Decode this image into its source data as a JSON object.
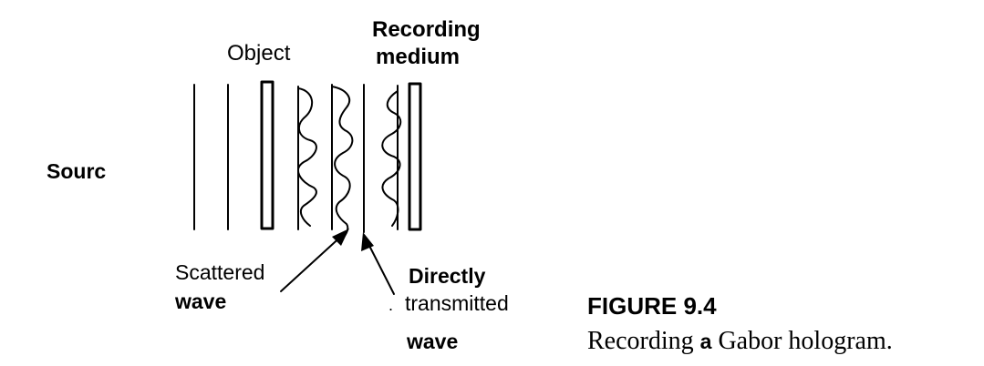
{
  "diagram": {
    "labels": {
      "object": "Object",
      "recording_line1": "Recording",
      "recording_line2": "medium",
      "source": "Sourc",
      "scattered_line1": "Scattered",
      "scattered_line2": "wave",
      "direct_line1": "Directly",
      "direct_line2": "transmitted",
      "direct_line3": "wave",
      "stray_mark": "."
    }
  },
  "caption": {
    "figure_label": "FIGURE 9.4",
    "text_part1": "Recording ",
    "text_article": "a",
    "text_part2": " Gabor hologram."
  },
  "colors": {
    "ink": "#000000",
    "background": "#ffffff"
  }
}
